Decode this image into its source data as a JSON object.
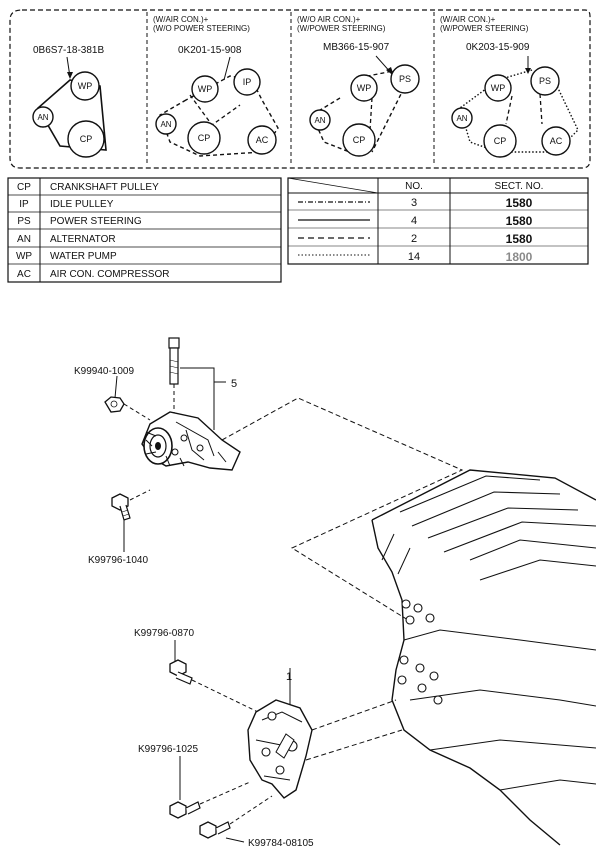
{
  "belt_diagrams": [
    {
      "condition": "",
      "part_number": "0B6S7-18-381B",
      "pulleys": [
        "WP",
        "AN",
        "CP"
      ]
    },
    {
      "condition": "(W/AIR CON.)+ (W/O POWER STEERING)",
      "condition_line1": "(W/AIR CON.)+",
      "condition_line2": "(W/O POWER STEERING)",
      "part_number": "0K201-15-908",
      "pulleys": [
        "WP",
        "IP",
        "AN",
        "CP",
        "AC"
      ]
    },
    {
      "condition": "(W/O AIR CON.)+ (W/POWER STEERING)",
      "condition_line1": "(W/O AIR CON.)+",
      "condition_line2": "(W/POWER STEERING)",
      "part_number": "MB366-15-907",
      "pulleys": [
        "PS",
        "WP",
        "AN",
        "CP"
      ]
    },
    {
      "condition": "(W/AIR CON.)+ (W/POWER STEERING)",
      "condition_line1": "(W/AIR CON.)+",
      "condition_line2": "(W/POWER STEERING)",
      "part_number": "0K203-15-909",
      "pulleys": [
        "WP",
        "PS",
        "AN",
        "CP",
        "AC"
      ]
    }
  ],
  "legend": [
    {
      "code": "CP",
      "name": "CRANKSHAFT PULLEY"
    },
    {
      "code": "IP",
      "name": "IDLE PULLEY"
    },
    {
      "code": "PS",
      "name": "POWER STEERING"
    },
    {
      "code": "AN",
      "name": "ALTERNATOR"
    },
    {
      "code": "WP",
      "name": "WATER PUMP"
    },
    {
      "code": "AC",
      "name": "AIR CON. COMPRESSOR"
    }
  ],
  "line_table": {
    "headers": [
      "NO.",
      "SECT. NO."
    ],
    "rows": [
      {
        "line_style": "dash-dot",
        "no": "3",
        "sect_no": "1580"
      },
      {
        "line_style": "solid",
        "no": "4",
        "sect_no": "1580"
      },
      {
        "line_style": "dashed",
        "no": "2",
        "sect_no": "1580"
      },
      {
        "line_style": "dotted",
        "no": "14",
        "sect_no": "1800"
      }
    ]
  },
  "parts": {
    "p1": "K99940-1009",
    "p2": "K99796-1040",
    "p3": "K99796-0870",
    "p4": "K99796-1025",
    "p5": "K99784-08105",
    "callout_5": "5",
    "callout_1": "1"
  },
  "colors": {
    "ink": "#111111",
    "gray_value": "#8a8a8a"
  }
}
